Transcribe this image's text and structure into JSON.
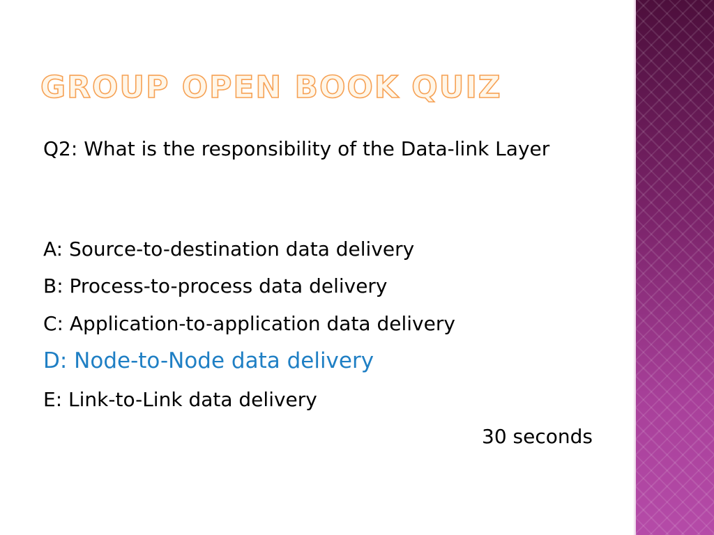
{
  "slide": {
    "title": "Group open book quiz",
    "question": "Q2: What is the responsibility of the Data-link Layer",
    "options": [
      {
        "text": "A: Source-to-destination data delivery"
      },
      {
        "text": "B: Process-to-process data delivery"
      },
      {
        "text": "C: Application-to-application data delivery"
      },
      {
        "text": "D: Node-to-Node data delivery"
      },
      {
        "text": "E: Link-to-Link data delivery"
      }
    ],
    "timer": "30 seconds"
  },
  "colors": {
    "title_outline": "#f6a154",
    "highlight_answer": "#1f7fc4",
    "side_band": "#8a2c7e"
  }
}
